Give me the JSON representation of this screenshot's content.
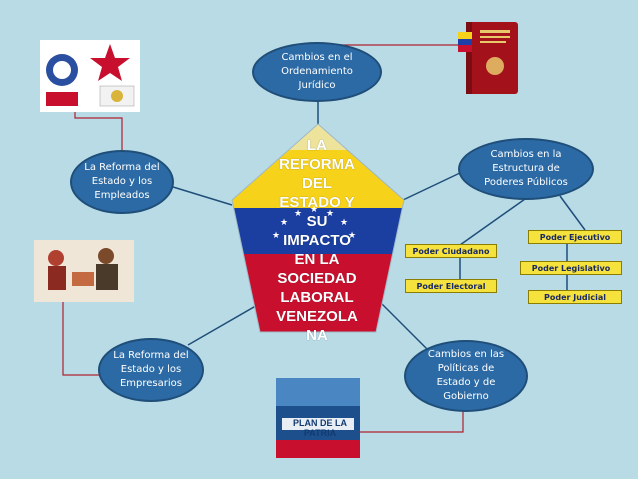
{
  "center": {
    "title": "LA\nREFORMA\nDEL\nESTADO Y\nSU\nIMPACTO\nEN LA\nSOCIEDAD\nLABORAL\nVENEZOLA\nNA"
  },
  "nodes": {
    "ordenamiento": "Cambios en el\nOrdenamiento\nJurídico",
    "poderes": "Cambios en la\nEstructura de\nPoderes Públicos",
    "empleados": "La Reforma del\nEstado y los\nEmpleados",
    "empresarios": "La Reforma del\nEstado y los\nEmpresarios",
    "politicas": "Cambios en las\nPolíticas de\nEstado y de\nGobierno"
  },
  "poderes_list": {
    "ciudadano": "Poder Ciudadano",
    "electoral": "Poder Electoral",
    "ejecutivo": "Poder Ejecutivo",
    "legislativo": "Poder Legislativo",
    "judicial": "Poder Judicial"
  },
  "images": {
    "plan_patria": "PLAN DE LA PATRIA"
  },
  "colors": {
    "background": "#b8dbe6",
    "node_fill": "#2c6aa5",
    "box_fill": "#f5e23c",
    "link": "#1f4e79",
    "picture_link": "#b02030",
    "flag_yellow": "#f6d21a",
    "flag_blue": "#1b3fa0",
    "flag_red": "#c8102e"
  }
}
